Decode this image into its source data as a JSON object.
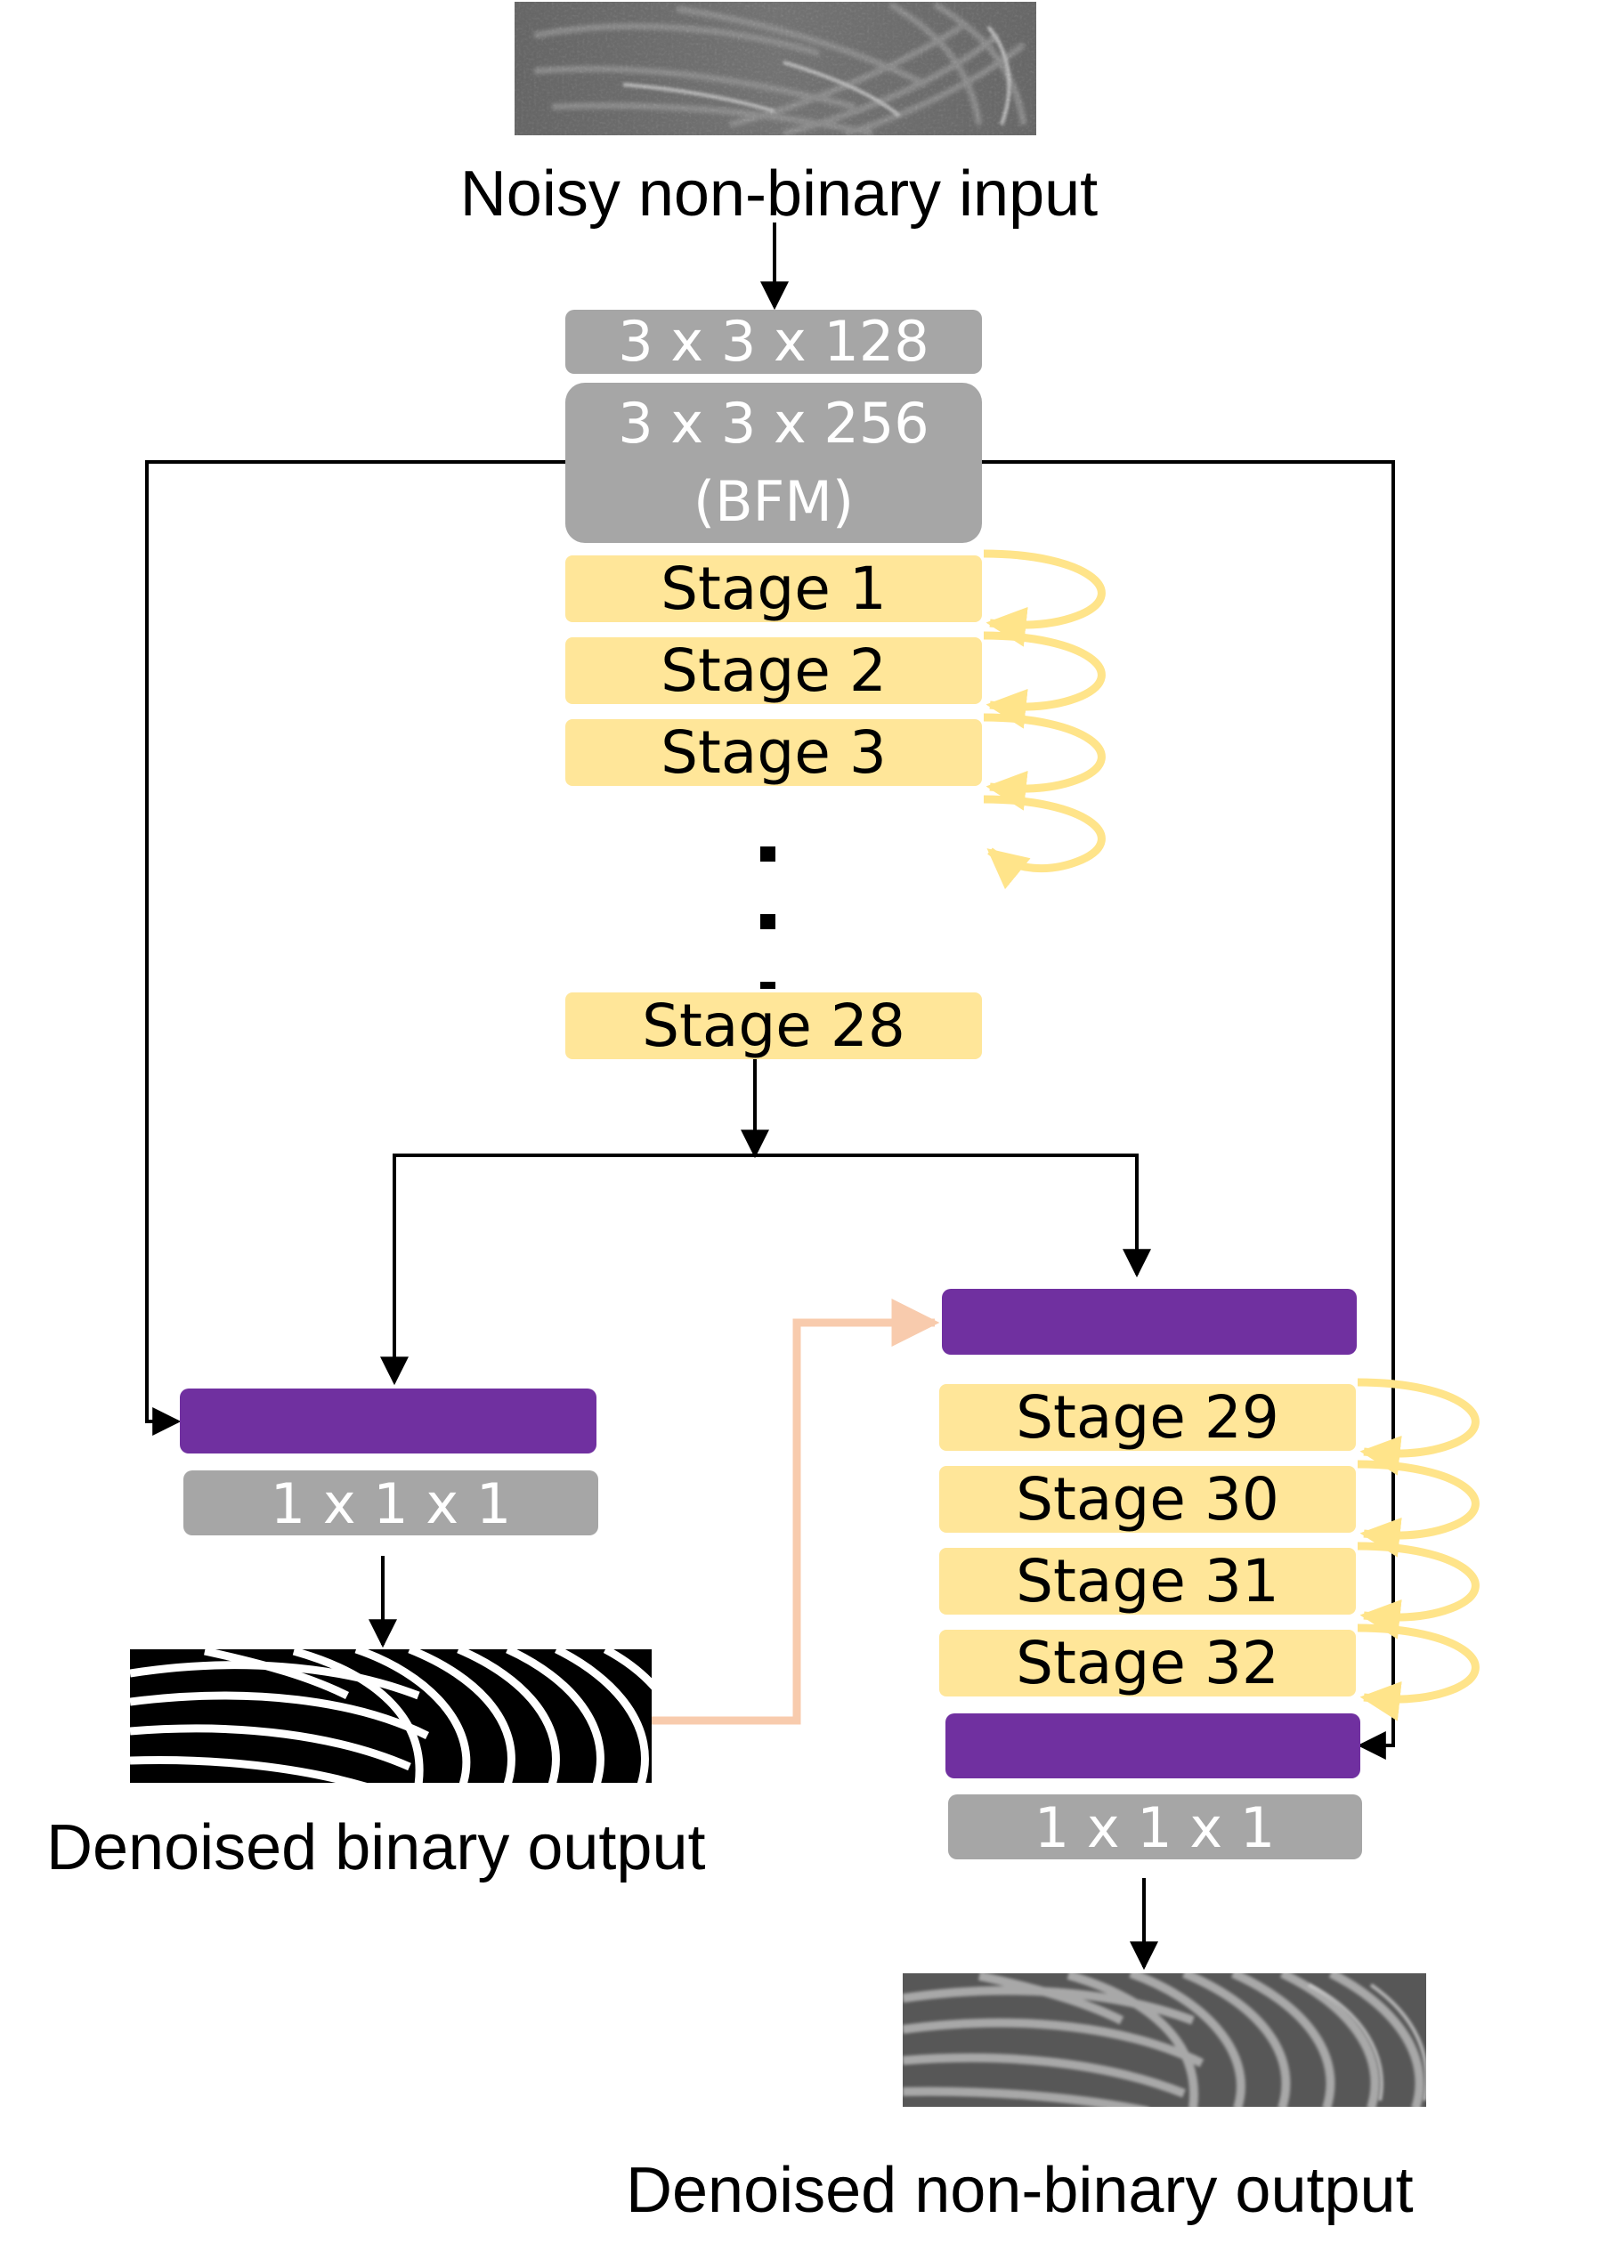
{
  "colors": {
    "gray_block": "#a6a6a6",
    "gray_text": "#ffffff",
    "stage_fill": "#ffe699",
    "stage_text": "#000000",
    "stage_loop": "#ffe48a",
    "purple": "#7030a0",
    "skip_arrow": "#f8cbad",
    "line": "#000000"
  },
  "input": {
    "label": "Noisy non-binary input",
    "image_icon": "noisy-fingerprint-image"
  },
  "encoder": {
    "conv1_label": "3 x 3 x 128",
    "conv2_label_line1": "3 x 3 x 256",
    "conv2_label_line2": "(BFM)"
  },
  "stages_top": [
    "Stage 1",
    "Stage 2",
    "Stage 3"
  ],
  "stage_last_top": "Stage 28",
  "stages_bottom": [
    "Stage 29",
    "Stage 30",
    "Stage 31",
    "Stage 32"
  ],
  "binary_branch": {
    "conv_label": "1 x 1 x 1",
    "output_label": "Denoised binary output",
    "image_icon": "binary-fingerprint-image"
  },
  "nonbinary_branch": {
    "conv_label": "1 x 1 x 1",
    "output_label": "Denoised non-binary output",
    "image_icon": "denoised-fingerprint-image"
  }
}
